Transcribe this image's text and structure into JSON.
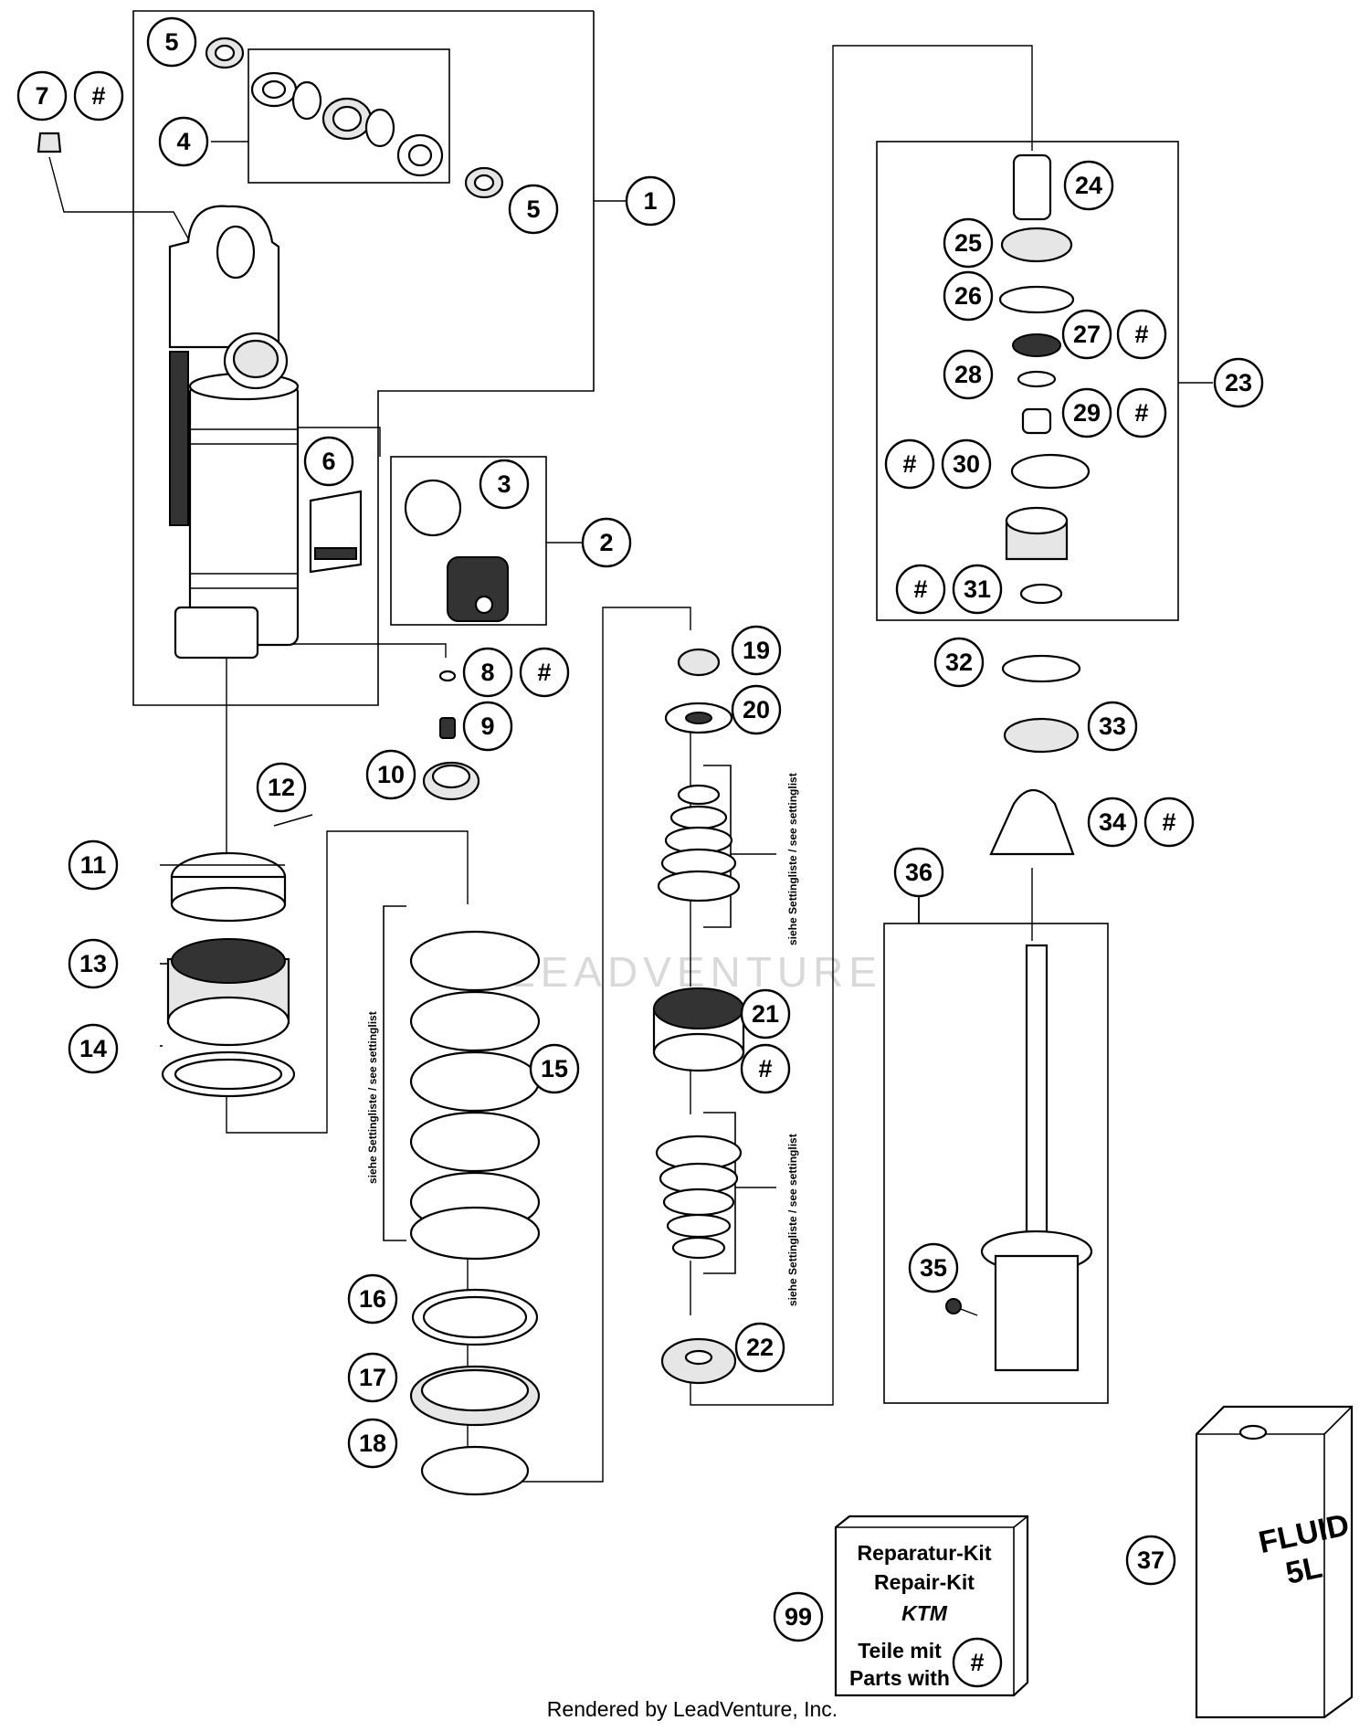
{
  "callouts": {
    "c1": "1",
    "c2": "2",
    "c3": "3",
    "c4": "4",
    "c5a": "5",
    "c5b": "5",
    "c6": "6",
    "c7": "7",
    "c8": "8",
    "c9": "9",
    "c10": "10",
    "c11": "11",
    "c12": "12",
    "c13": "13",
    "c14": "14",
    "c15": "15",
    "c16": "16",
    "c17": "17",
    "c18": "18",
    "c19": "19",
    "c20": "20",
    "c21": "21",
    "c22": "22",
    "c23": "23",
    "c24": "24",
    "c25": "25",
    "c26": "26",
    "c27": "27",
    "c28": "28",
    "c29": "29",
    "c30": "30",
    "c31": "31",
    "c32": "32",
    "c33": "33",
    "c34": "34",
    "c35": "35",
    "c36": "36",
    "c37": "37",
    "c99": "99"
  },
  "hash_symbol": "#",
  "setting_label": "siehe Settingliste / see settinglist",
  "fluid_can": {
    "line1": "FLUID",
    "line2": "5L"
  },
  "repair_kit": {
    "line1": "Reparatur-Kit",
    "line2": "Repair-Kit",
    "brand": "KTM",
    "line3": "Teile mit",
    "line4": "Parts with"
  },
  "watermark": "LEADVENTURE",
  "footer": "Rendered by LeadVenture, Inc."
}
